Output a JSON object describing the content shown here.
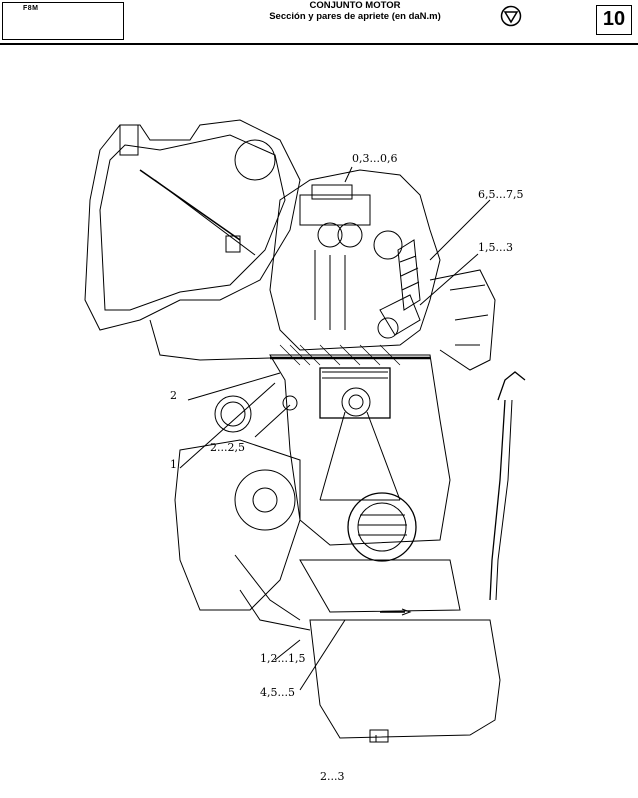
{
  "header": {
    "code": "F8M",
    "title": "CONJUNTO MOTOR",
    "subtitle": "Sección y pares de apriete (en daN.m)",
    "chapter": "10"
  },
  "icons": {
    "stop": "stop-triangle-circle-icon"
  },
  "labels": {
    "valve_cover": "0,3...0,6",
    "spark_plug": "6,5...7,5",
    "injector": "1,5...3",
    "left_2": "2",
    "left_2_2_5": "2...2,5",
    "left_1": "1",
    "crank_1_2": "1,2...1,5",
    "sump_4_5": "4,5...5",
    "drain": "2...3"
  }
}
